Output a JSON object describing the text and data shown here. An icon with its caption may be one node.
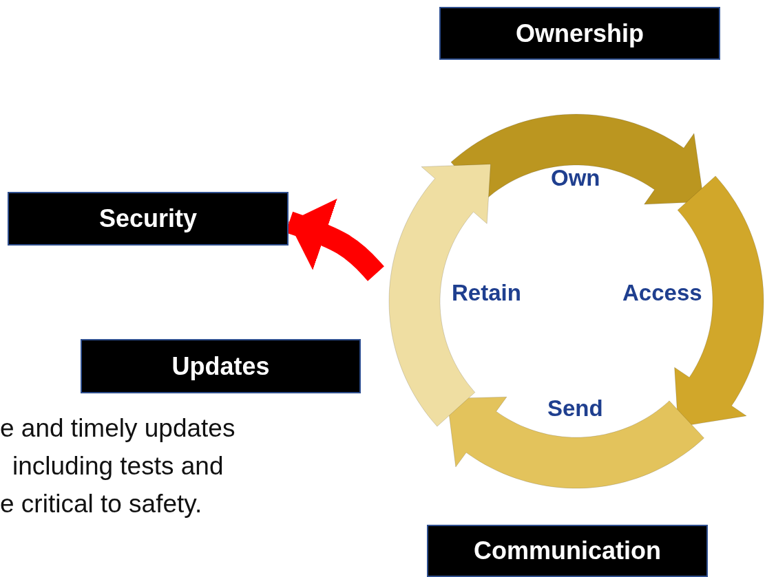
{
  "diagram": {
    "nodes": [
      {
        "text": [
          "Ownership"
        ]
      },
      {
        "text": [
          "Security"
        ]
      },
      {
        "text": [
          "Updates"
        ]
      },
      {
        "text": [
          "Communication"
        ]
      },
      {
        "text": [],
        "shape": "circle"
      }
    ],
    "edges": [
      {
        "from": 4,
        "to": 1,
        "arrow": "to",
        "color": "#ff0000"
      }
    ],
    "labels": [
      "Own",
      "Retain",
      "Access",
      "Send",
      "e and timely updates",
      "including tests and",
      "e critical to safety."
    ]
  }
}
